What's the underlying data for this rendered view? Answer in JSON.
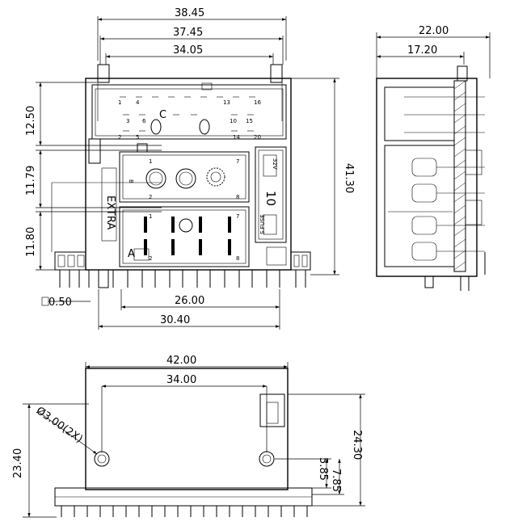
{
  "front_view": {
    "dims": {
      "w_38_45": "38.45",
      "w_37_45": "37.45",
      "w_34_05": "34.05",
      "h_12_50": "12.50",
      "h_11_79": "11.79",
      "h_11_80": "11.80",
      "h_41_30": "41.30",
      "pin_0_50": "0.50",
      "w_26_00": "26.00",
      "w_30_40": "30.40"
    },
    "labels": {
      "brand": "EXTRA",
      "fuse_rating": "10",
      "fuse_voltage": "32V",
      "fuse_type": "S.FUSE",
      "block_c": "C",
      "block_b": "B",
      "block_a": "A",
      "c_pin_1": "1",
      "c_pin_4": "4",
      "c_pin_13": "13",
      "c_pin_16": "16",
      "c_pin_3": "3",
      "c_pin_6": "6",
      "c_pin_10": "10",
      "c_pin_15": "15",
      "c_pin_2": "2",
      "c_pin_5": "5",
      "c_pin_14": "14",
      "c_pin_20": "20",
      "b_pin_1": "1",
      "b_pin_7": "7",
      "b_pin_2": "2",
      "b_pin_8": "8",
      "a_pin_1": "1",
      "a_pin_7": "7",
      "a_pin_2": "2",
      "a_pin_8": "8"
    }
  },
  "side_view": {
    "dims": {
      "w_22_00": "22.00",
      "w_17_20": "17.20"
    }
  },
  "bottom_view": {
    "dims": {
      "w_42_00": "42.00",
      "w_34_00": "34.00",
      "hole": "Ø3.00(2X)",
      "h_23_40": "23.40",
      "h_24_30": "24.30",
      "h_5_85": "5.85",
      "h_7_85": "7.85"
    }
  }
}
